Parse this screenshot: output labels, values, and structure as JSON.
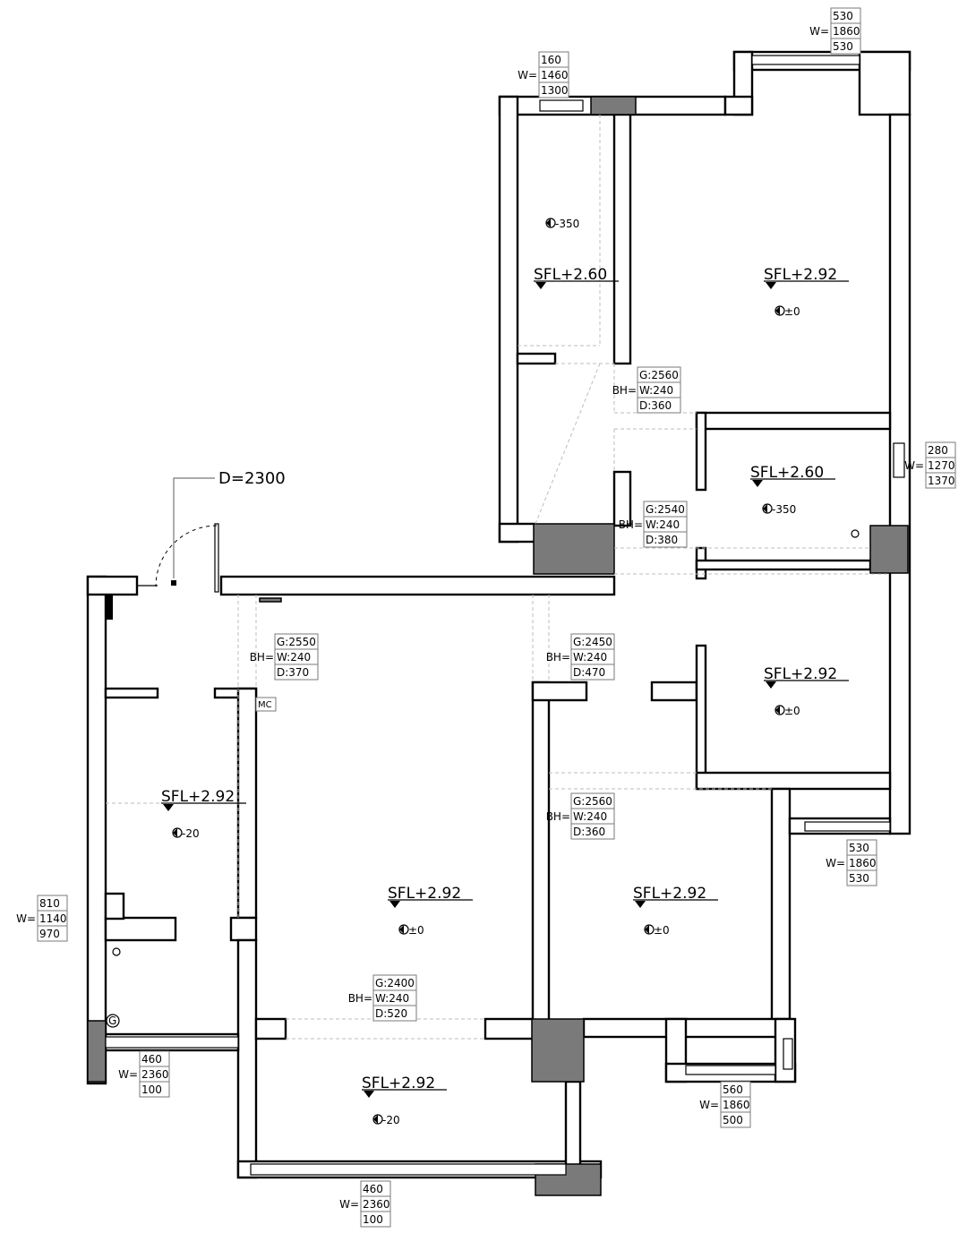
{
  "door_label": "D=2300",
  "mc_label": "MC",
  "g_label": "G",
  "rooms": [
    {
      "level": "SFL+2.60",
      "offset": "-350"
    },
    {
      "level": "SFL+2.92",
      "offset": "±0"
    },
    {
      "level": "SFL+2.60",
      "offset": "-350"
    },
    {
      "level": "SFL+2.92",
      "offset": "±0"
    },
    {
      "level": "SFL+2.92",
      "offset": "-20"
    },
    {
      "level": "SFL+2.92",
      "offset": "±0"
    },
    {
      "level": "SFL+2.92",
      "offset": "±0"
    },
    {
      "level": "SFL+2.92",
      "offset": "-20"
    }
  ],
  "windows": [
    {
      "prefix": "W=",
      "a": "530",
      "w": "1860",
      "b": "530"
    },
    {
      "prefix": "W=",
      "a": "160",
      "w": "1460",
      "b": "1300"
    },
    {
      "prefix": "W=",
      "a": "280",
      "w": "1270",
      "b": "1370"
    },
    {
      "prefix": "W=",
      "a": "530",
      "w": "1860",
      "b": "530"
    },
    {
      "prefix": "W=",
      "a": "810",
      "w": "1140",
      "b": "970"
    },
    {
      "prefix": "W=",
      "a": "460",
      "w": "2360",
      "b": "100"
    },
    {
      "prefix": "W=",
      "a": "560",
      "w": "1860",
      "b": "500"
    },
    {
      "prefix": "W=",
      "a": "460",
      "w": "2360",
      "b": "100"
    }
  ],
  "beams": [
    {
      "prefix": "BH=",
      "g": "G:2560",
      "w": "W:240",
      "d": "D:360"
    },
    {
      "prefix": "BH=",
      "g": "G:2540",
      "w": "W:240",
      "d": "D:380"
    },
    {
      "prefix": "BH=",
      "g": "G:2550",
      "w": "W:240",
      "d": "D:370"
    },
    {
      "prefix": "BH=",
      "g": "G:2450",
      "w": "W:240",
      "d": "D:470"
    },
    {
      "prefix": "BH=",
      "g": "G:2560",
      "w": "W:240",
      "d": "D:360"
    },
    {
      "prefix": "BH=",
      "g": "G:2400",
      "w": "W:240",
      "d": "D:520"
    }
  ]
}
